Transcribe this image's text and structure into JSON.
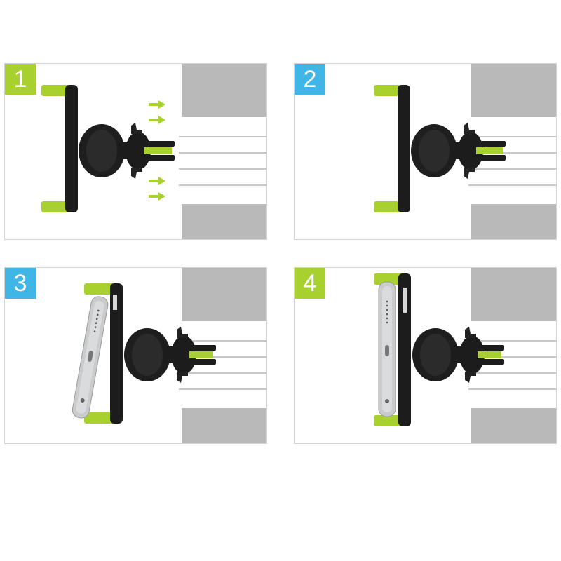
{
  "colors": {
    "accent_green": "#a8d02f",
    "accent_blue": "#3fb6e6",
    "mount_black": "#1c1c1c",
    "vent_gray": "#b8b8b8",
    "phone_silver": "#c9cbcd"
  },
  "steps": [
    {
      "number": "1",
      "badge_color": "#a8d02f",
      "show_arrows": true,
      "show_phone": false
    },
    {
      "number": "2",
      "badge_color": "#3fb6e6",
      "show_arrows": false,
      "show_phone": false
    },
    {
      "number": "3",
      "badge_color": "#3fb6e6",
      "show_arrows": false,
      "show_phone": "tilted"
    },
    {
      "number": "4",
      "badge_color": "#a8d02f",
      "show_arrows": false,
      "show_phone": "upright"
    }
  ]
}
